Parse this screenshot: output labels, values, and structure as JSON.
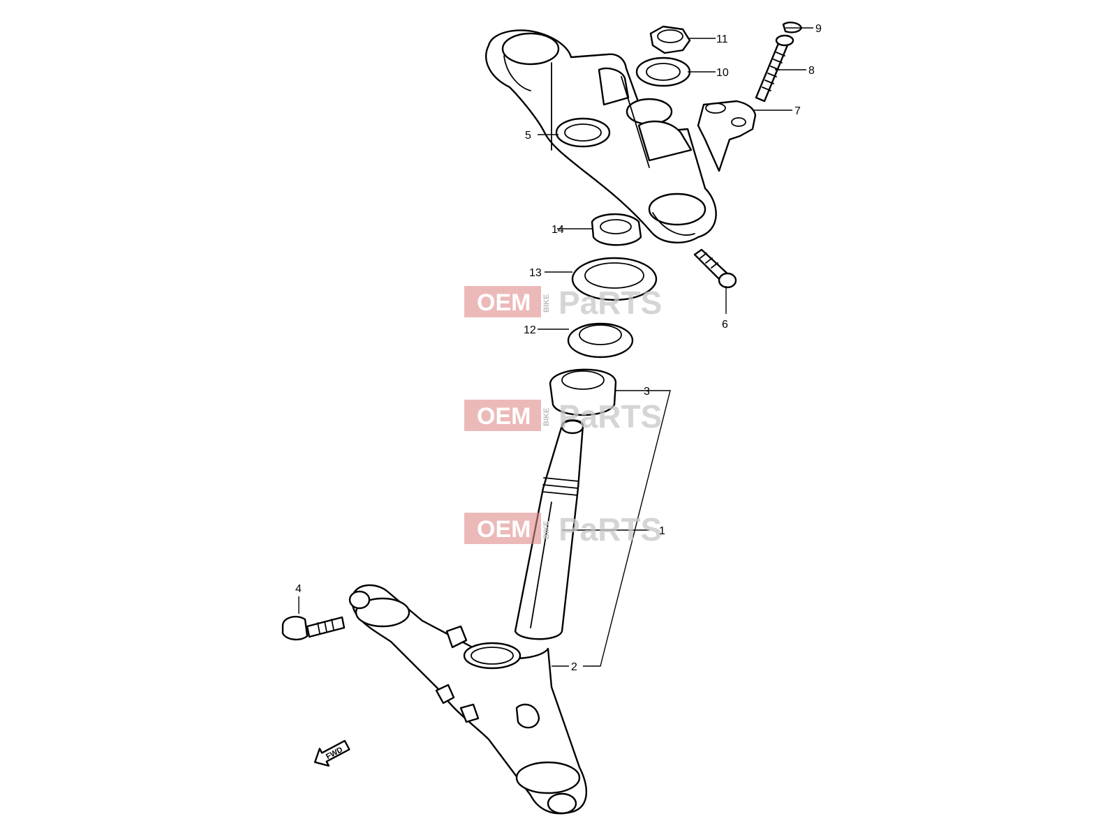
{
  "diagram": {
    "part_numbers": [
      "1",
      "2",
      "3",
      "4",
      "5",
      "6",
      "7",
      "8",
      "9",
      "10",
      "11",
      "12",
      "13",
      "14"
    ],
    "direction_label": "FWD",
    "watermark": {
      "left": "OEM",
      "middle": "BIKE",
      "right": "PaRTS"
    },
    "colors": {
      "line": "#000000",
      "background": "#ffffff",
      "watermark_red": "#e08a8a",
      "watermark_grey": "#c7c7c7"
    }
  }
}
